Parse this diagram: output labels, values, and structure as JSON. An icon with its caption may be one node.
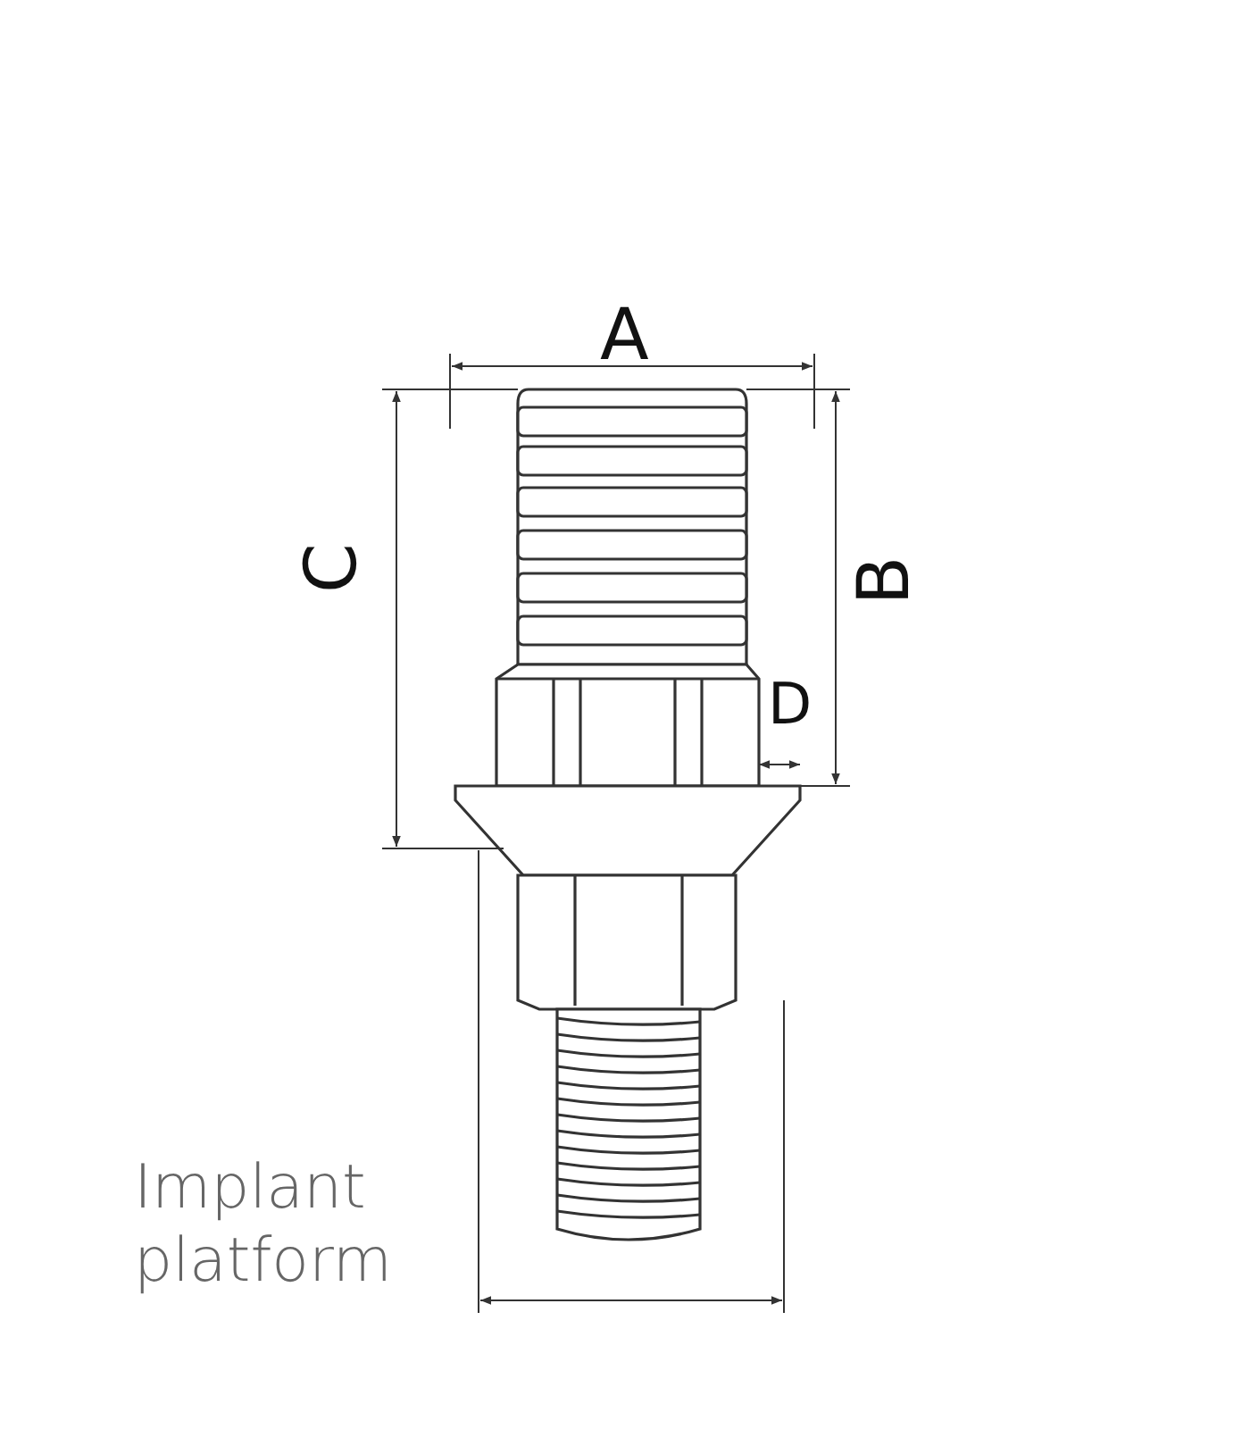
{
  "diagram": {
    "labels": [
      "A",
      "C",
      "B",
      "D",
      "Implant platform"
    ]
  }
}
